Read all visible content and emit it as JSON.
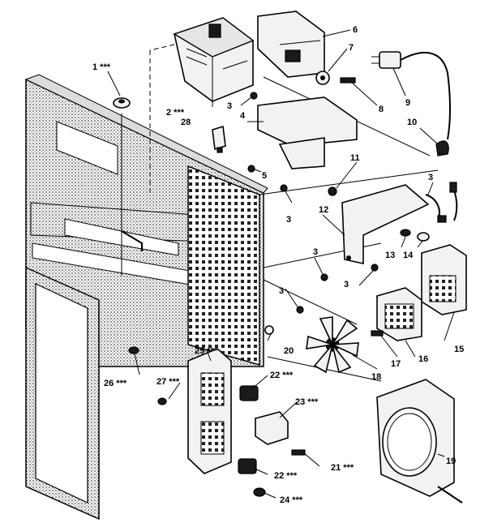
{
  "callouts": [
    {
      "id": "1",
      "text": "1 ***"
    },
    {
      "id": "2",
      "text": "2 ***"
    },
    {
      "id": "3a",
      "text": "3"
    },
    {
      "id": "3b",
      "text": "3"
    },
    {
      "id": "3c",
      "text": "3"
    },
    {
      "id": "3d",
      "text": "3"
    },
    {
      "id": "3e",
      "text": "3"
    },
    {
      "id": "3f",
      "text": "3"
    },
    {
      "id": "4",
      "text": "4"
    },
    {
      "id": "5",
      "text": "5"
    },
    {
      "id": "6",
      "text": "6"
    },
    {
      "id": "7",
      "text": "7"
    },
    {
      "id": "8",
      "text": "8"
    },
    {
      "id": "9",
      "text": "9"
    },
    {
      "id": "10",
      "text": "10"
    },
    {
      "id": "11",
      "text": "11"
    },
    {
      "id": "12",
      "text": "12"
    },
    {
      "id": "13",
      "text": "13"
    },
    {
      "id": "14",
      "text": "14"
    },
    {
      "id": "15",
      "text": "15"
    },
    {
      "id": "16",
      "text": "16"
    },
    {
      "id": "17",
      "text": "17"
    },
    {
      "id": "18",
      "text": "18"
    },
    {
      "id": "19",
      "text": "19"
    },
    {
      "id": "20",
      "text": "20"
    },
    {
      "id": "21",
      "text": "21 ***"
    },
    {
      "id": "22a",
      "text": "22 ***"
    },
    {
      "id": "22b",
      "text": "22 ***"
    },
    {
      "id": "23",
      "text": "23 ***"
    },
    {
      "id": "24",
      "text": "24 ***"
    },
    {
      "id": "25",
      "text": "25 ***"
    },
    {
      "id": "26",
      "text": "26 ***"
    },
    {
      "id": "27",
      "text": "27 ***"
    },
    {
      "id": "28",
      "text": "28"
    }
  ]
}
